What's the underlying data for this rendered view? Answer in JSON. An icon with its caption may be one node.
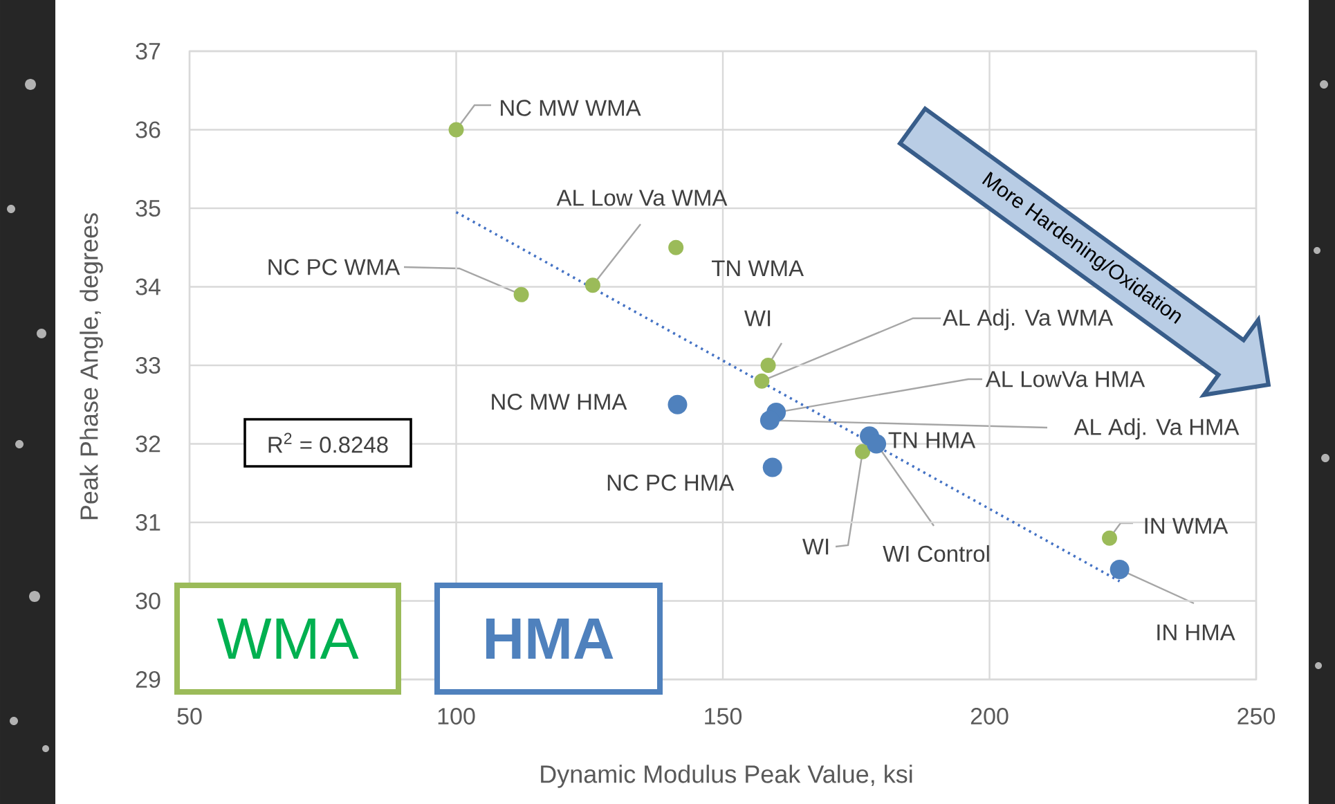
{
  "diagram": {
    "nodes": [
      {
        "text": [
          "More Hardening/Oxidation"
        ]
      }
    ],
    "legend": [
      {
        "text": "WMA",
        "color": "#9bbb59"
      },
      {
        "text": "HMA",
        "color": "#4f81bd"
      }
    ],
    "chart_data": {
      "type": "scatter",
      "xlabel": "Dynamic Modulus Peak Value, ksi",
      "ylabel": "Peak Phase Angle, degrees",
      "series": [
        {
          "color": "#9bbb59",
          "x": [
            100,
            112.2,
            125.6,
            141.2,
            158.5,
            157.3,
            176.2,
            222.5
          ],
          "values": [
            36.0,
            33.9,
            34.02,
            34.5,
            33.0,
            32.8,
            31.9,
            30.8
          ]
        },
        {
          "color": "#4f81bd",
          "x": [
            141.5,
            160,
            158.8,
            159.3,
            177.5,
            178.8,
            224.4
          ],
          "values": [
            32.5,
            32.4,
            32.3,
            31.7,
            32.1,
            32.0,
            30.4
          ]
        },
        {
          "color": "#4472c4",
          "type": "line",
          "line_style": "dotted",
          "x": [
            100,
            224.4
          ],
          "values": [
            34.95,
            30.25
          ]
        }
      ],
      "grid": true,
      "xlim": [
        50,
        250
      ],
      "ylim": [
        29,
        37
      ],
      "xticks": [
        50,
        100,
        150,
        200,
        250
      ],
      "yticks": [
        29,
        30,
        31,
        32,
        33,
        34,
        35,
        36,
        37
      ],
      "annotations": [
        {
          "text": "NC MW WMA",
          "x": 100,
          "y": 36.0
        },
        {
          "text": "NC PC WMA",
          "x": 112.2,
          "y": 33.9
        },
        {
          "text": "AL Low Va WMA",
          "x": 125.6,
          "y": 34.02
        },
        {
          "text": "TN WMA",
          "x": 141.2,
          "y": 34.5
        },
        {
          "text": "WI",
          "x": 158.5,
          "y": 33.0
        },
        {
          "text": "AL Adj. Va WMA",
          "x": 157.3,
          "y": 32.8
        },
        {
          "text": "WI",
          "x": 176.2,
          "y": 31.9
        },
        {
          "text": "IN WMA",
          "x": 222.5,
          "y": 30.8
        },
        {
          "text": "NC MW HMA",
          "x": 141.5,
          "y": 32.5
        },
        {
          "text": "AL LowVa HMA",
          "x": 160,
          "y": 32.4
        },
        {
          "text": "AL Adj. Va HMA",
          "x": 158.8,
          "y": 32.3
        },
        {
          "text": "NC PC HMA",
          "x": 159.3,
          "y": 31.7
        },
        {
          "text": "TN HMA",
          "x": 177.5,
          "y": 32.1
        },
        {
          "text": "WI Control",
          "x": 178.8,
          "y": 32.0
        },
        {
          "text": "IN HMA",
          "x": 224.4,
          "y": 30.4
        },
        {
          "text": "R$^{2}$ = 0.8248"
        }
      ]
    }
  }
}
